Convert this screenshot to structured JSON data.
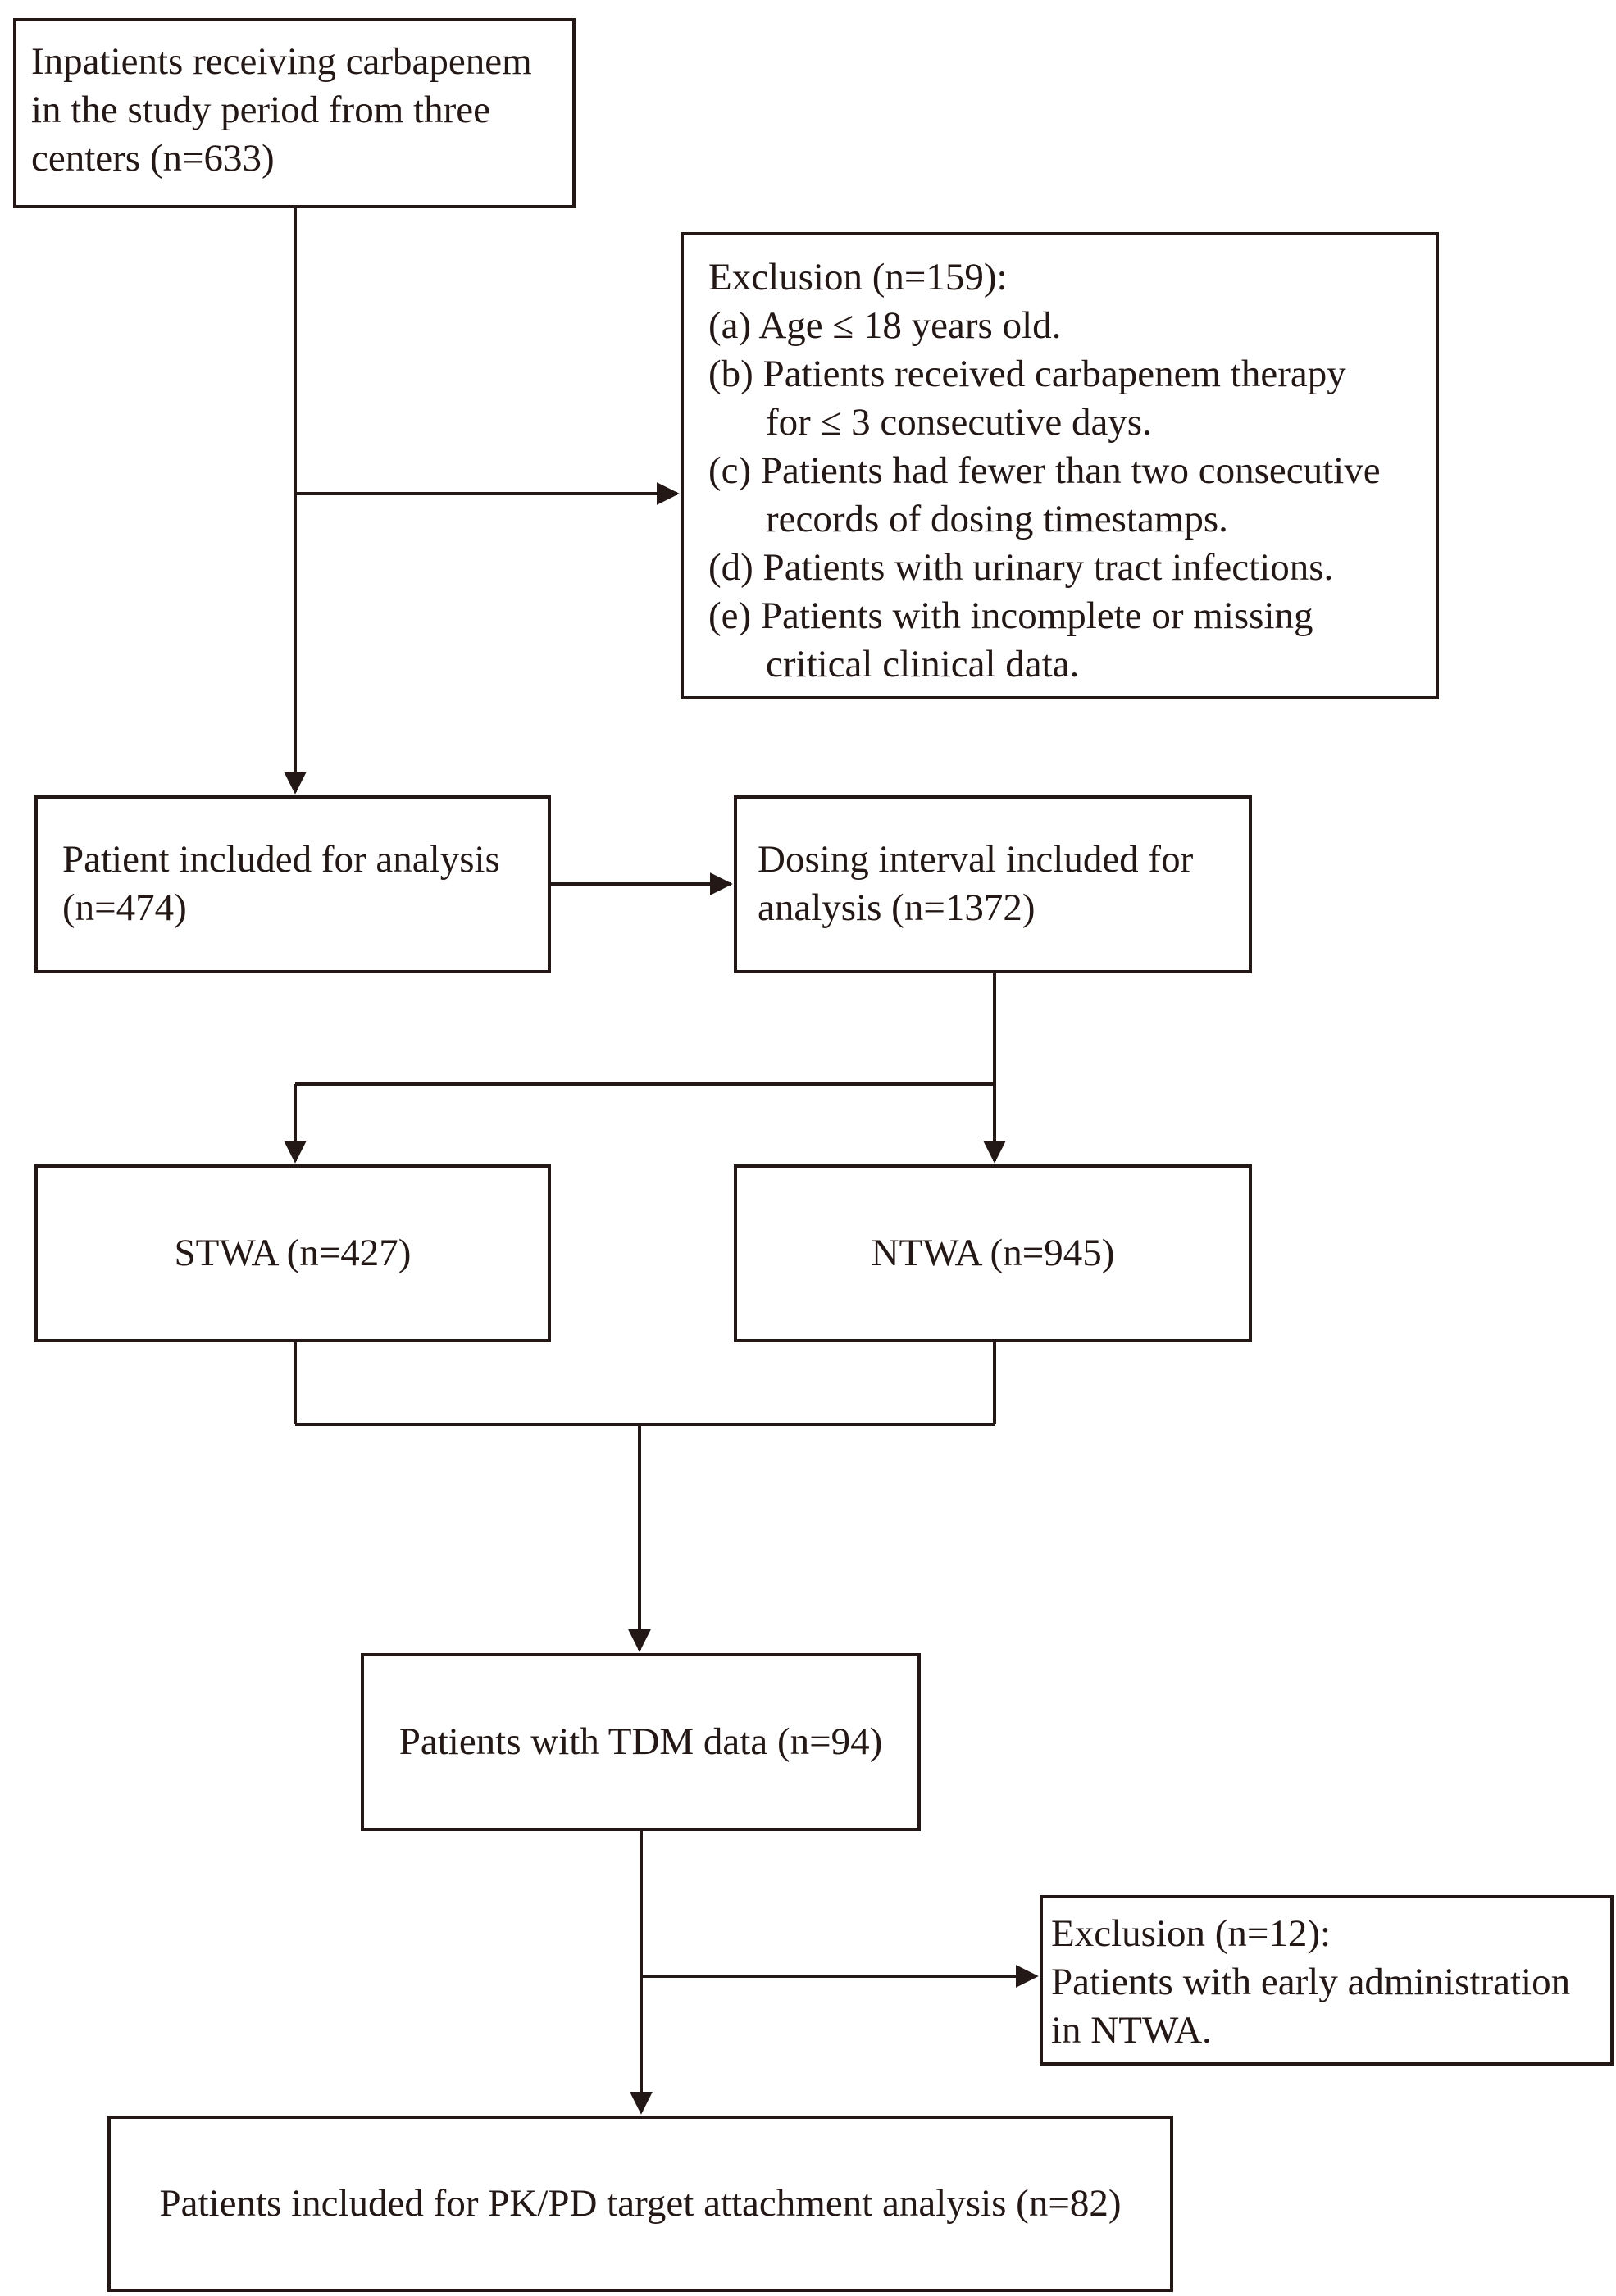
{
  "flowchart": {
    "enrollment": {
      "lines": [
        "Inpatients receiving carbapenem",
        "in the study period from three",
        "centers (n=633)"
      ]
    },
    "exclusion_1": {
      "title": "Exclusion (n=159):",
      "criteria": [
        {
          "lines": [
            "(a) Age ≤ 18 years old."
          ]
        },
        {
          "lines": [
            "(b) Patients received carbapenem therapy",
            "for ≤ 3 consecutive days."
          ]
        },
        {
          "lines": [
            "(c) Patients had fewer than two consecutive",
            "records of dosing timestamps."
          ]
        },
        {
          "lines": [
            "(d) Patients with urinary tract infections."
          ]
        },
        {
          "lines": [
            "(e) Patients with incomplete or missing",
            "critical clinical data."
          ]
        }
      ]
    },
    "patients_included": {
      "lines": [
        "Patient included for analysis",
        "(n=474)"
      ]
    },
    "dosing_included": {
      "lines": [
        "Dosing interval included for",
        "analysis (n=1372)"
      ]
    },
    "stwa": {
      "label": "STWA (n=427)"
    },
    "ntwa": {
      "label": "NTWA (n=945)"
    },
    "tdm": {
      "label": "Patients with TDM data (n=94)"
    },
    "exclusion_2": {
      "title": "Exclusion (n=12):",
      "lines": [
        "Patients with early administration",
        "in NTWA."
      ]
    },
    "pkpd": {
      "label": "Patients included for PK/PD target attachment analysis (n=82)"
    }
  }
}
